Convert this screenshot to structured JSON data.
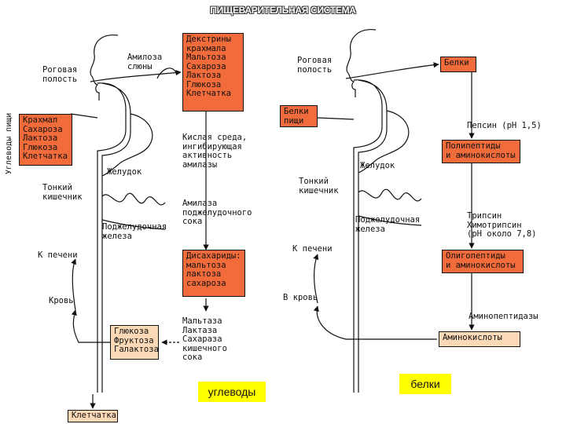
{
  "title": "ПИЩЕВАРИТЕЛЬНАЯ СИСТЕМА",
  "left": {
    "mouth": "Роговая\nполость",
    "amylase_saliva": "Амилоза\nслюны",
    "dextrins_box": "Декстрины\nкрахмала\nМальтоза\nСахароза\nЛактоза\nГлюкоза\nКлетчатка",
    "food_carbs_box": "Крахмал\nСахароза\nЛактоза\nГлюкоза\nКлетчатка",
    "food_carbs_side": "Углеводы пищи",
    "acid_env": "Кислая среда,\nингибирующая\nактивность\nамилазы",
    "stomach": "Желудок",
    "small_intestine": "Тонкий\nкишечник",
    "pancreas": "Поджелудочная\nжелеза",
    "pancreatic_amylase": "Амилаза\nподжелудочного\nсока",
    "disaccharides_box": "Дисахариды:\nмальтоза\nлактоза\nсахароза",
    "to_liver": "К печени",
    "blood": "Кровь",
    "monosaccharides_box": "Глюкоза\nФруктоза\nГалактоза",
    "intestinal_enzymes": "Мальтаза\nЛактаза\nСахараза\nкишечного\nсока",
    "fiber_box": "Клетчатка",
    "caption": "углеводы"
  },
  "right": {
    "mouth": "Роговая\nполость",
    "proteins_box": "Белки",
    "food_proteins_box": "Белки\nпищи",
    "pepsin": "Пепсин (pH 1,5)",
    "stomach": "Желудок",
    "polypeptides_box": "Полипептиды\nи аминокислоты",
    "small_intestine": "Тонкий\nкишечник",
    "pancreas": "Поджелудочная\nжелеза",
    "trypsin": "Трипсин\nХимотрипсин\n(pH около 7,8)",
    "to_liver": "К печени",
    "oligopeptides_box": "Олигопептиды\nи аминокислоты",
    "to_blood": "В кровь",
    "aminopeptidases": "Аминопептидазы",
    "amino_acids_box": "Аминокислоты",
    "caption": "белки"
  },
  "colors": {
    "box_orange": "#f26b3a",
    "box_pale": "#fbd9b6",
    "caption_bg": "#ffff00"
  }
}
